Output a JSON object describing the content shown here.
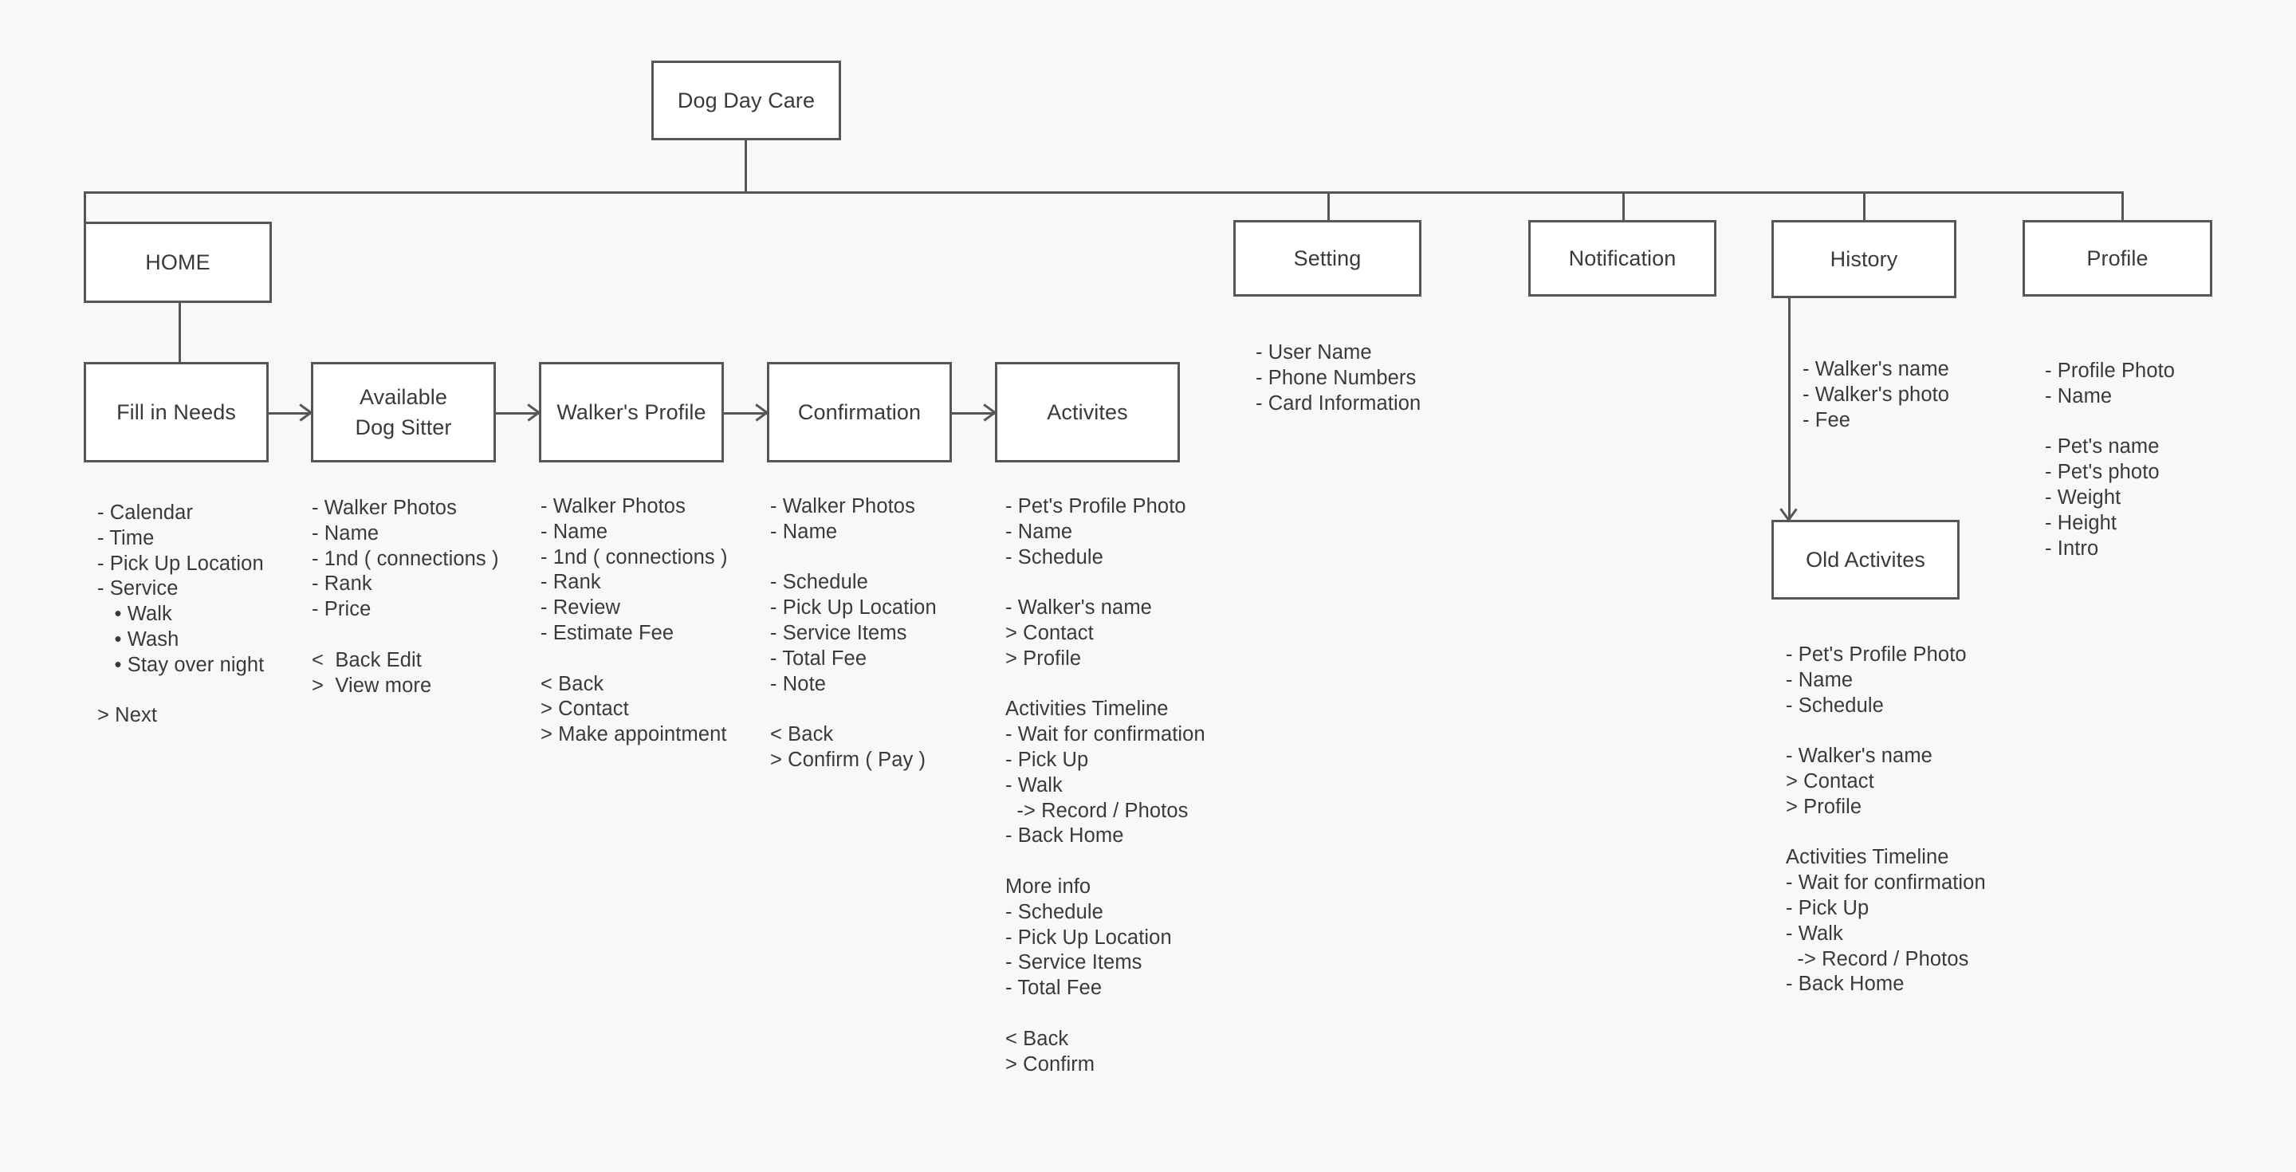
{
  "diagram": {
    "title": "Dog Day Care",
    "type": "sitemap-flowchart",
    "background_color": "#f8f8f8",
    "stroke_color": "#55565a",
    "text_color": "#3a3a3c",
    "box_fill": "#ffffff"
  },
  "root": {
    "label": "Dog Day Care"
  },
  "top_level": {
    "home": {
      "label": "HOME"
    },
    "setting": {
      "label": "Setting"
    },
    "notification": {
      "label": "Notification"
    },
    "history": {
      "label": "History"
    },
    "profile": {
      "label": "Profile"
    }
  },
  "flow": {
    "fill_in_needs": {
      "label": "Fill in Needs"
    },
    "available_dog_sitter": {
      "label": "Available\nDog Sitter"
    },
    "walkers_profile": {
      "label": "Walker's Profile"
    },
    "confirmation": {
      "label": "Confirmation"
    },
    "activites": {
      "label": "Activites"
    }
  },
  "history_child": {
    "old_activites": {
      "label": "Old Activites"
    }
  },
  "notes": {
    "fill_in_needs": [
      "- Calendar",
      "- Time",
      "- Pick Up Location",
      "- Service",
      "   • Walk",
      "   • Wash",
      "   • Stay over night",
      "",
      "> Next"
    ],
    "available_dog_sitter": [
      "- Walker Photos",
      "- Name",
      "- 1nd ( connections )",
      "- Rank",
      "- Price",
      "",
      "<  Back Edit",
      ">  View more"
    ],
    "walkers_profile": [
      "- Walker Photos",
      "- Name",
      "- 1nd ( connections )",
      "- Rank",
      "- Review",
      "- Estimate Fee",
      "",
      "< Back",
      "> Contact",
      "> Make appointment"
    ],
    "confirmation": [
      "- Walker Photos",
      "- Name",
      "",
      "- Schedule",
      "- Pick Up Location",
      "- Service Items",
      "- Total Fee",
      "- Note",
      "",
      "< Back",
      "> Confirm ( Pay )"
    ],
    "activites": [
      "- Pet's Profile Photo",
      "- Name",
      "- Schedule",
      "",
      "- Walker's name",
      "> Contact",
      "> Profile",
      "",
      "Activities Timeline",
      "- Wait for confirmation",
      "- Pick Up",
      "- Walk",
      "  -> Record / Photos",
      "- Back Home",
      "",
      "More info",
      "- Schedule",
      "- Pick Up Location",
      "- Service Items",
      "- Total Fee",
      "",
      "< Back",
      "> Confirm"
    ],
    "setting": [
      "- User Name",
      "- Phone Numbers",
      "- Card Information"
    ],
    "history": [
      "- Walker's name",
      "- Walker's photo",
      "- Fee"
    ],
    "old_activites": [
      "- Pet's Profile Photo",
      "- Name",
      "- Schedule",
      "",
      "- Walker's name",
      "> Contact",
      "> Profile",
      "",
      "Activities Timeline",
      "- Wait for confirmation",
      "- Pick Up",
      "- Walk",
      "  -> Record / Photos",
      "- Back Home"
    ],
    "profile": [
      "- Profile Photo",
      "- Name",
      "",
      "- Pet's name",
      "- Pet's photo",
      "- Weight",
      "- Height",
      "- Intro"
    ]
  }
}
